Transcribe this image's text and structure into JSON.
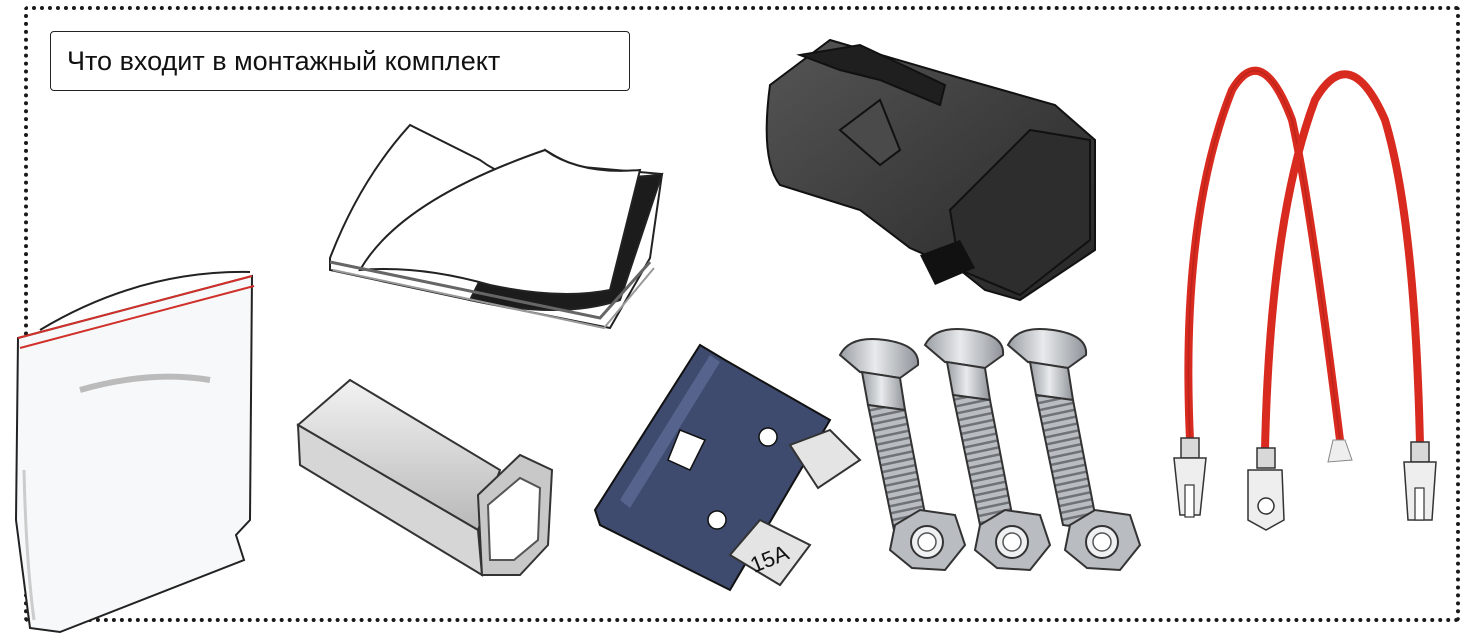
{
  "title": "Что входит в монтажный комплект",
  "kit_items": [
    {
      "icon": "ziplock-bag-icon"
    },
    {
      "icon": "double-sided-tape-icon"
    },
    {
      "icon": "fuse-holder-cap-icon"
    },
    {
      "icon": "fuse-socket-housing-icon"
    },
    {
      "icon": "blade-fuse-icon",
      "label": "15A"
    },
    {
      "icon": "bolt-icon",
      "count": 3
    },
    {
      "icon": "nut-icon",
      "count": 3
    },
    {
      "icon": "red-wire-icon",
      "count": 2
    }
  ],
  "colors": {
    "wire": "#d82a1f",
    "fuse": "#3e4a6e",
    "housing": "#3a3a3a",
    "metal": "#c4c7cc",
    "bag_seal": "#d0302a"
  }
}
